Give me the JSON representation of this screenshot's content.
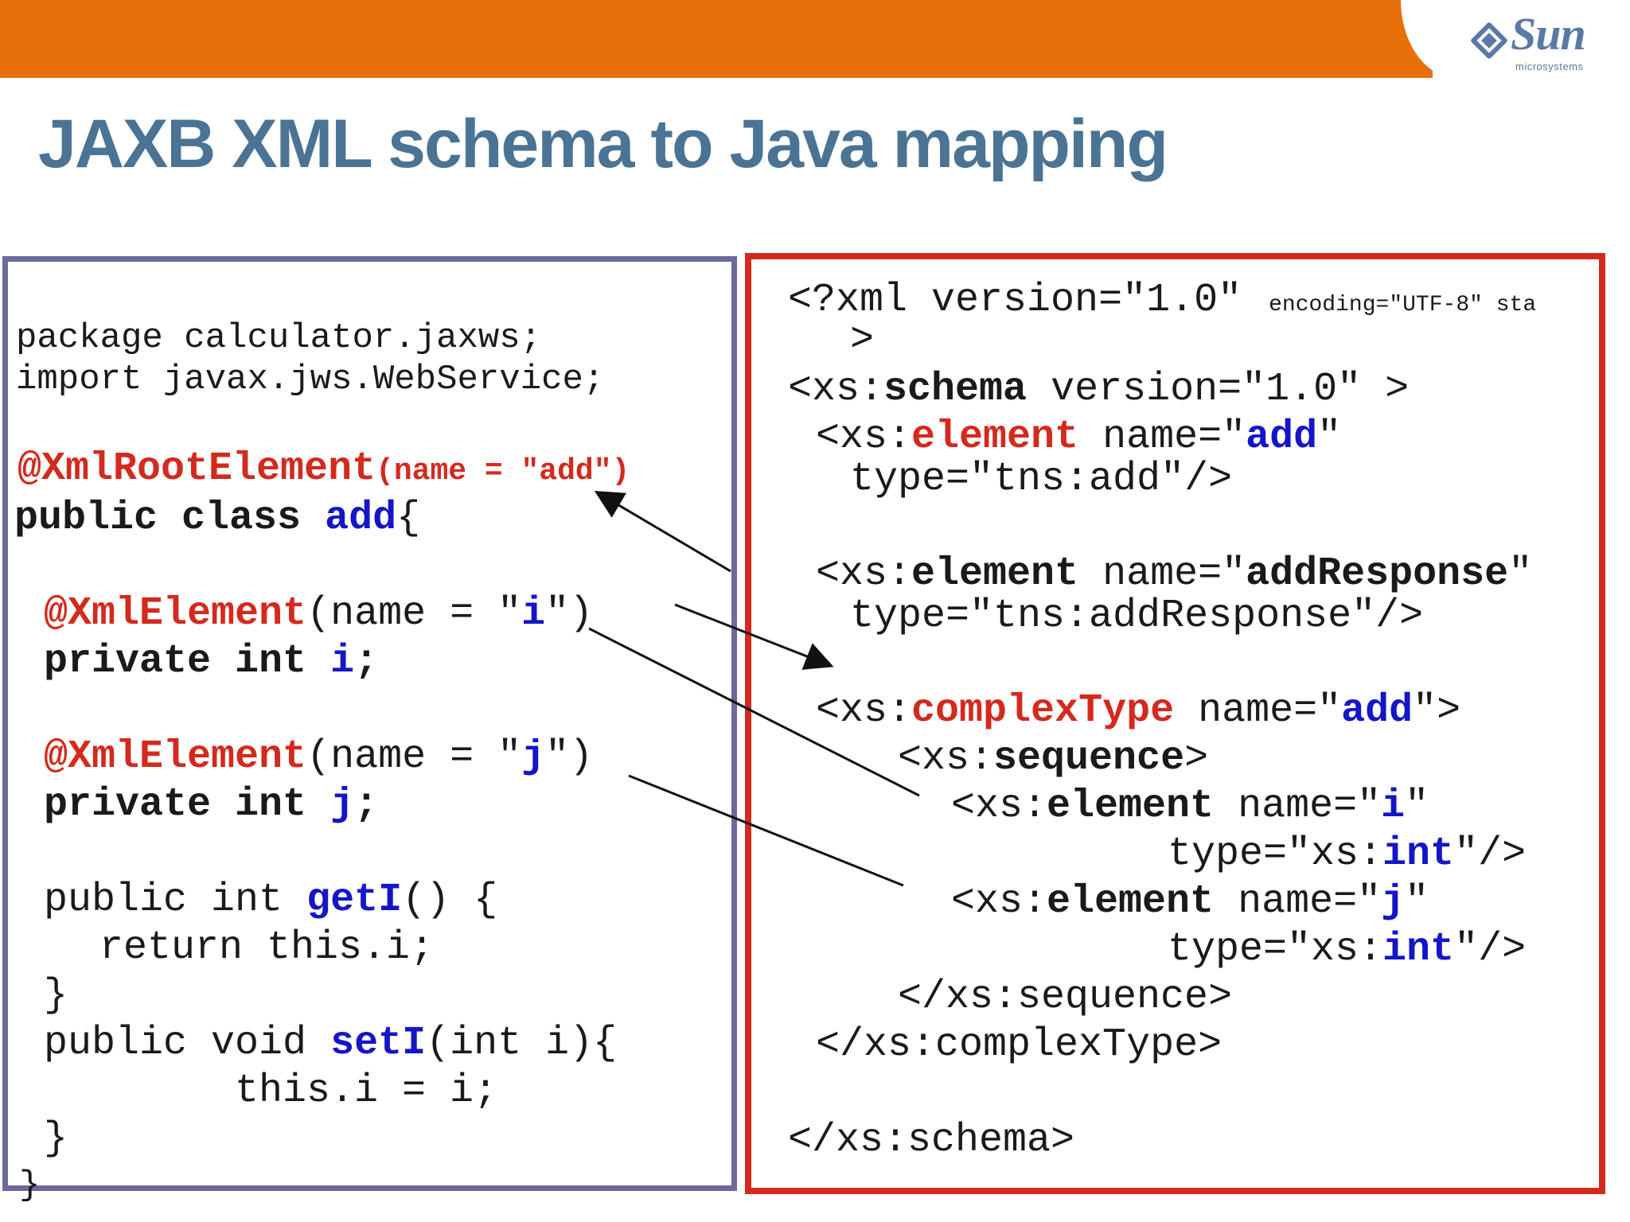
{
  "header": {
    "brand": "Sun",
    "brand_sub": "microsystems",
    "title": "JAXB XML schema to Java mapping"
  },
  "java_code": {
    "l1": "package calculator.jaxws;",
    "l2": "import javax.jws.WebService;",
    "l3_annotation": "@XmlRootElement",
    "l3_args": "(name = \"add\")",
    "l4_kw": "public class ",
    "l4_name": "add",
    "l4_brace": "{",
    "l5_annotation": "@XmlElement",
    "l5_pre": "(name = \"",
    "l5_val": "i",
    "l5_post": "\")",
    "l6_kw": "private int ",
    "l6_name": "i",
    "l6_end": ";",
    "l7_annotation": "@XmlElement",
    "l7_pre": "(name = \"",
    "l7_val": "j",
    "l7_post": "\")",
    "l8_kw": "private int ",
    "l8_name": "j",
    "l8_end": ";",
    "l9_pre": "public int ",
    "l9_name": "getI",
    "l9_post": "() {",
    "l10": "return this.i;",
    "l11": "}",
    "l12_pre": "public void ",
    "l12_name": "setI",
    "l12_post": "(int i){",
    "l13": "this.i = i;",
    "l14": "}",
    "l15": "}"
  },
  "xml_code": {
    "decl": "<?xml version=\"1.0\"",
    "decl_small": "encoding=\"UTF-8\" sta",
    "decl_close": ">",
    "schema_open": "<xs:",
    "schema_kw": "schema",
    "schema_rest": " version=\"1.0\" >",
    "el1_open": "<xs:",
    "el1_kw": "element",
    "el1_mid": " name=\"",
    "el1_val": "add",
    "el1_end": "\"",
    "el1_type": "type=\"tns:add\"/>",
    "el2_open": "<xs:",
    "el2_kw": "element",
    "el2_mid": " name=\"",
    "el2_val": "addResponse",
    "el2_end": "\"",
    "el2_type": "type=\"tns:addResponse\"/>",
    "ct_open": "<xs:",
    "ct_kw": "complexType",
    "ct_mid": " name=\"",
    "ct_val": "add",
    "ct_end": "\">",
    "seq_open": "<xs:",
    "seq_kw": "sequence",
    "seq_end": ">",
    "ei_open": "<xs:",
    "ei_kw": "element",
    "ei_mid": " name=\"",
    "ei_val": "i",
    "ei_end": "\"",
    "ei_type_pre": "type=\"xs:",
    "ei_type_val": "int",
    "ei_type_end": "\"/>",
    "ej_open": "<xs:",
    "ej_kw": "element",
    "ej_mid": " name=\"",
    "ej_val": "j",
    "ej_end": "\"",
    "ej_type_pre": "type=\"xs:",
    "ej_type_val": "int",
    "ej_type_end": "\"/>",
    "seq_close": "</xs:sequence>",
    "ct_close": "</xs:complexType>",
    "schema_close": "</xs:schema>"
  },
  "colors": {
    "header_bar": "#e8700a",
    "title": "#4a7394",
    "annotation_red": "#d32a1e",
    "identifier_blue": "#1515c8",
    "java_border": "#6b6a9a",
    "xml_border": "#d32a1e",
    "brand": "#5b79a8"
  }
}
